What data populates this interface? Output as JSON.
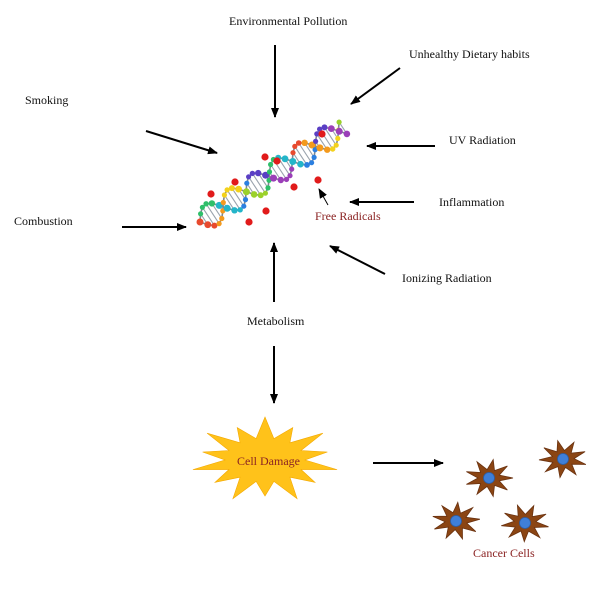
{
  "factors": {
    "environmental_pollution": "Environmental Pollution",
    "unhealthy_diet": "Unhealthy  Dietary habits",
    "smoking": "Smoking",
    "uv_radiation": "UV  Radiation",
    "inflammation": "Inflammation",
    "combustion": "Combustion",
    "ionizing_radiation": "Ionizing  Radiation",
    "metabolism": "Metabolism"
  },
  "free_radicals": "Free Radicals",
  "cell_damage": "Cell  Damage",
  "cancer_cells": "Cancer  Cells",
  "colors": {
    "arrow": "#000000",
    "free_radical_dot": "#e11b1b",
    "burst_fill": "#ffc21a",
    "cancer_cell_fill": "#8b4513",
    "nucleus_fill": "#3f7fd8",
    "label_red": "#8b2323"
  }
}
